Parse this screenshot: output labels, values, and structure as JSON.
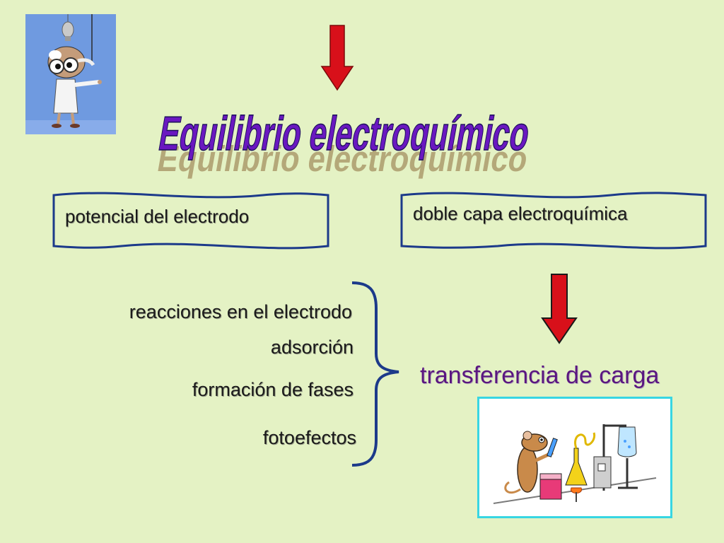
{
  "title": "Equilibrio electroquímico",
  "boxes": {
    "left": "potencial del electrodo",
    "right": "doble capa electroquímica"
  },
  "items": [
    "reacciones en el electrodo",
    "adsorción",
    "formación de fases",
    "fotoefectos"
  ],
  "result": "transferencia de carga",
  "icons": [
    "scientist-lightbulb-icon",
    "red-down-arrow-icon",
    "lab-mouse-chemistry-icon"
  ],
  "colors": {
    "background": "#e4f2c4",
    "title_fill": "#6a18c0",
    "title_shadow": "#a08a5a",
    "box_border": "#1c3a8a",
    "arrow": "#d8101a",
    "result_text": "#5a1680",
    "image_frame": "#38d6e2"
  }
}
